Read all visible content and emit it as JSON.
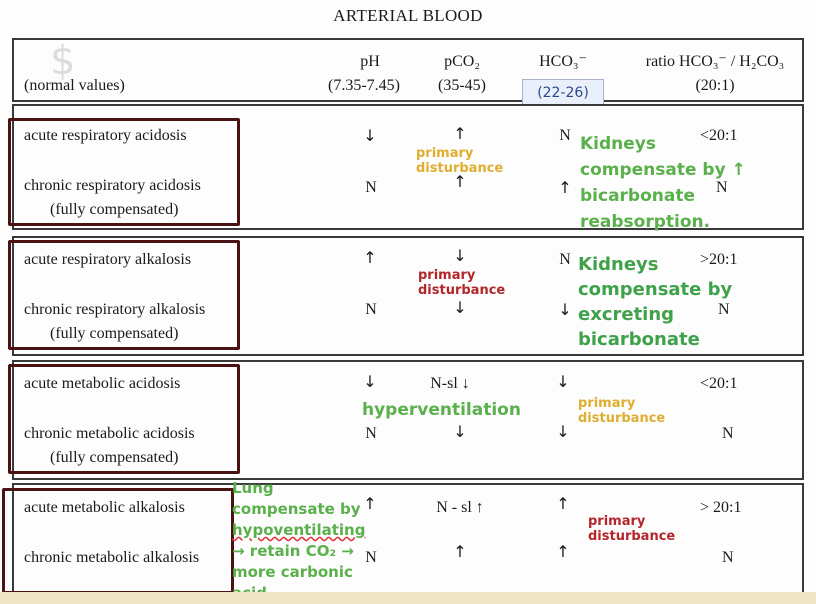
{
  "title": "ARTERIAL BLOOD",
  "header": {
    "normal_values": "(normal values)",
    "ph": "pH",
    "ph_range": "(7.35-7.45)",
    "pco2": "pCO₂",
    "pco2_range": "(35-45)",
    "hco3": "HCO₃⁻",
    "hco3_range": "(22-26)",
    "ratio": "ratio HCO₃⁻ / H₂CO₃",
    "ratio_value": "(20:1)"
  },
  "rows": [
    {
      "acute": "acute respiratory acidosis",
      "chronic": "chronic respiratory acidosis",
      "chronic_sub": "(fully compensated)",
      "acute_ph": "↓",
      "acute_pco2": "↑",
      "acute_hco3": "N",
      "acute_ratio": "<20:1",
      "chronic_ph": "N",
      "chronic_pco2": "↑",
      "chronic_hco3": "↑",
      "chronic_ratio": "N"
    },
    {
      "acute": "acute respiratory alkalosis",
      "chronic": "chronic respiratory alkalosis",
      "chronic_sub": "(fully compensated)",
      "acute_ph": "↑",
      "acute_pco2": "↓",
      "acute_hco3": "N",
      "acute_ratio": ">20:1",
      "chronic_ph": "N",
      "chronic_pco2": "↓",
      "chronic_hco3": "↓",
      "chronic_ratio": "N"
    },
    {
      "acute": "acute metabolic acidosis",
      "chronic": "chronic metabolic acidosis",
      "chronic_sub": "(fully compensated)",
      "acute_ph": "↓",
      "acute_pco2": "N-sl ↓",
      "acute_hco3": "↓",
      "acute_ratio": "<20:1",
      "chronic_ph": "N",
      "chronic_pco2": "↓",
      "chronic_hco3": "↓",
      "chronic_ratio": "N"
    },
    {
      "acute": "acute metabolic alkalosis",
      "chronic": "chronic metabolic alkalosis",
      "acute_ph": "↑",
      "acute_pco2": "N - sl ↑",
      "acute_hco3": "↑",
      "acute_ratio": "> 20:1",
      "chronic_ph": "N",
      "chronic_pco2": "↑",
      "chronic_hco3": "↑",
      "chronic_ratio": "N"
    }
  ],
  "annotations": {
    "primary": "primary",
    "disturbance": "disturbance",
    "kidneys1": [
      "Kidneys",
      "compensate by ↑",
      "bicarbonate",
      "reabsorption."
    ],
    "kidneys2": [
      "Kidneys",
      "compensate by",
      "excreting",
      "bicarbonate"
    ],
    "hyperventilation": "hyperventilation",
    "lung": [
      "Lung",
      "compensate by",
      "hypoventilating",
      "→ retain CO₂  →",
      "more carbonic",
      "acid"
    ]
  },
  "colors": {
    "green": "#5ab04a",
    "yellow": "#dfae2e",
    "red": "#b3262a",
    "highlight_border": "#4a1212"
  }
}
